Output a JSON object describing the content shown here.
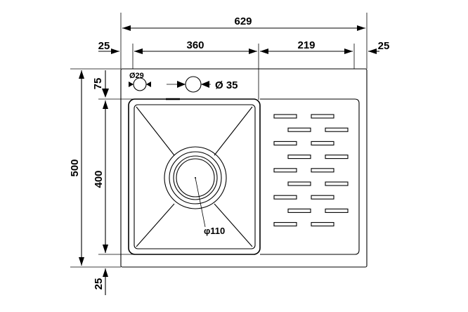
{
  "dimensions": {
    "overall_width": "629",
    "bowl_width": "360",
    "drainer_width": "219",
    "left_margin": "25",
    "right_margin": "25",
    "overall_height": "500",
    "top_offset": "75",
    "bowl_height": "400",
    "bottom_margin": "25"
  },
  "holes": {
    "small_hole": "Ø29",
    "tap_hole": "Ø 35",
    "drain": "φ110"
  },
  "drainer_slots": 18
}
